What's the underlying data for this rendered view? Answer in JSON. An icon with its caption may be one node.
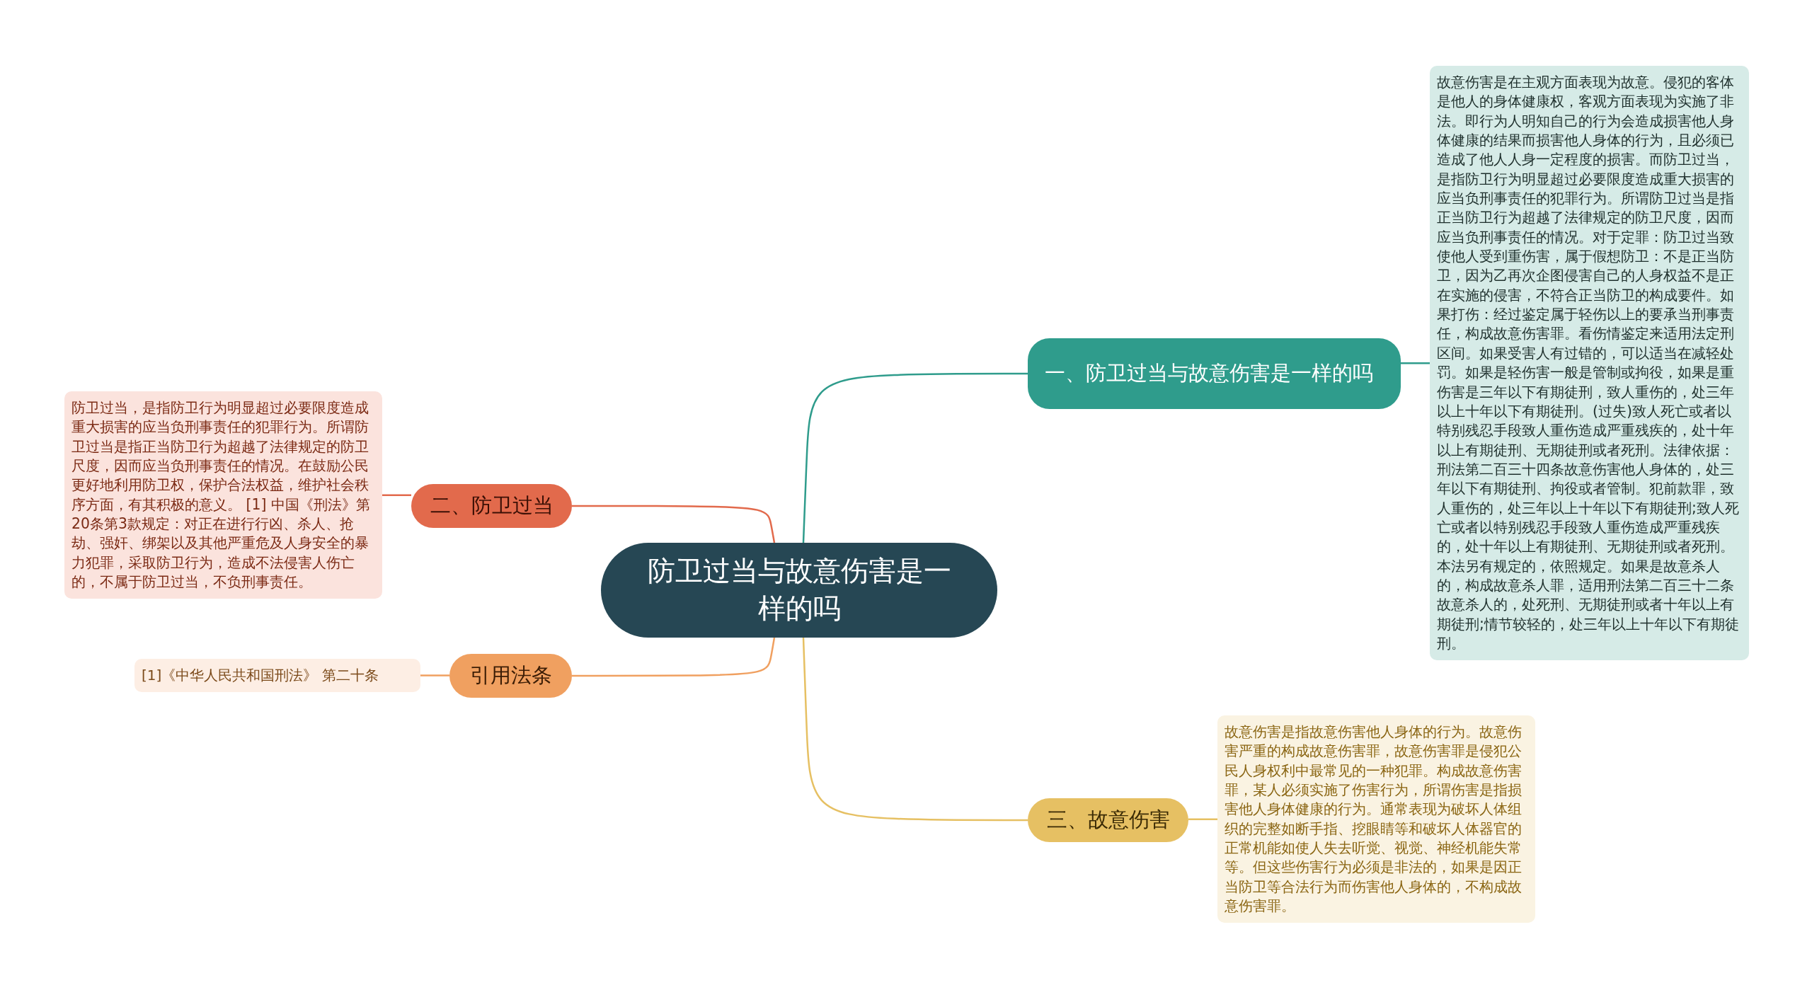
{
  "diagram": {
    "nodes": [
      {
        "text": [
          "防卫过当与故意伤害是一样的吗"
        ]
      },
      {
        "text": [
          "一、防卫过当与故意伤害是一样的吗"
        ]
      },
      {
        "text": [
          "故意伤害是在主观方面表现为故意。侵犯的客体是他人的身体健康权，客观方面表现为实施了非法。即行为人明知自己的行为会造成损害他人身体健康的结果而损害他人身体的行为，且必须已造成了他人人身一定程度的损害。而防卫过当，是指防卫行为明显超过必要限度造成重大损害的应当负刑事责任的犯罪行为。所谓防卫过当是指正当防卫行为超越了法律规定的防卫尺度，因而应当负刑事责任的情况。对于定罪：防卫过当致使他人受到重伤害，属于假想防卫：不是正当防卫，因为乙再次企图侵害自己的人身权益不是正在实施的侵害，不符合正当防卫的构成要件。如果打伤：经过鉴定属于轻伤以上的要承当刑事责任，构成故意伤害罪。看伤情鉴定来适用法定刑区间。如果受害人有过错的，可以适当在减轻处罚。如果是轻伤害一般是管制或拘役，如果是重伤害是三年以下有期徒刑，致人重伤的，处三年以上十年以下有期徒刑。(过失)致人死亡或者以特别残忍手段致人重伤造成严重残疾的，处十年以上有期徒刑、无期徒刑或者死刑。法律依据：刑法第二百三十四条故意伤害他人身体的，处三年以下有期徒刑、拘役或者管制。犯前款罪，致人重伤的，处三年以上十年以下有期徒刑;致人死亡或者以特别残忍手段致人重伤造成严重残疾的，处十年以上有期徒刑、无期徒刑或者死刑。本法另有规定的，依照规定。如果是故意杀人的，构成故意杀人罪，适用刑法第二百三十二条故意杀人的，处死刑、无期徒刑或者十年以上有期徒刑;情节较轻的，处三年以上十年以下有期徒刑。"
        ]
      },
      {
        "text": [
          "二、防卫过当"
        ]
      },
      {
        "text": [
          "防卫过当，是指防卫行为明显超过必要限度造成重大损害的应当负刑事责任的犯罪行为。所谓防卫过当是指正当防卫行为超越了法律规定的防卫尺度，因而应当负刑事责任的情况。在鼓励公民更好地利用防卫权，保护合法权益，维护社会秩序方面，有其积极的意义。 [1] 中国《刑法》第20条第3款规定：对正在进行行凶、杀人、抢劫、强奸、绑架以及其他严重危及人身安全的暴力犯罪，采取防卫行为，造成不法侵害人伤亡的，不属于防卫过当，不负刑事责任。"
        ]
      },
      {
        "text": [
          "引用法条"
        ]
      },
      {
        "text": [
          "[1]《中华人民共和国刑法》 第二十条"
        ]
      },
      {
        "text": [
          "三、故意伤害"
        ]
      },
      {
        "text": [
          "故意伤害是指故意伤害他人身体的行为。故意伤害严重的构成故意伤害罪，故意伤害罪是侵犯公民人身权利中最常见的一种犯罪。构成故意伤害罪，某人必须实施了伤害行为，所谓伤害是指损害他人身体健康的行为。通常表现为破坏人体组织的完整如断手指、挖眼睛等和破坏人体器官的正常机能如使人失去听觉、视觉、神经机能失常等。但这些伤害行为必须是非法的，如果是因正当防卫等合法行为而伤害他人身体的，不构成故意伤害罪。"
        ]
      }
    ],
    "edges": [
      {
        "from": 0,
        "to": 1,
        "arrow": "none",
        "color": "#2f9c8c"
      },
      {
        "from": 1,
        "to": 2,
        "arrow": "none",
        "color": "#2f9c8c"
      },
      {
        "from": 0,
        "to": 3,
        "arrow": "none",
        "color": "#e26a4c"
      },
      {
        "from": 3,
        "to": 4,
        "arrow": "none",
        "color": "#e26a4c"
      },
      {
        "from": 0,
        "to": 5,
        "arrow": "none",
        "color": "#f0a060"
      },
      {
        "from": 5,
        "to": 6,
        "arrow": "none",
        "color": "#f0a060"
      },
      {
        "from": 0,
        "to": 7,
        "arrow": "none",
        "color": "#e6c063"
      },
      {
        "from": 7,
        "to": 8,
        "arrow": "none",
        "color": "#e6c063"
      }
    ]
  }
}
